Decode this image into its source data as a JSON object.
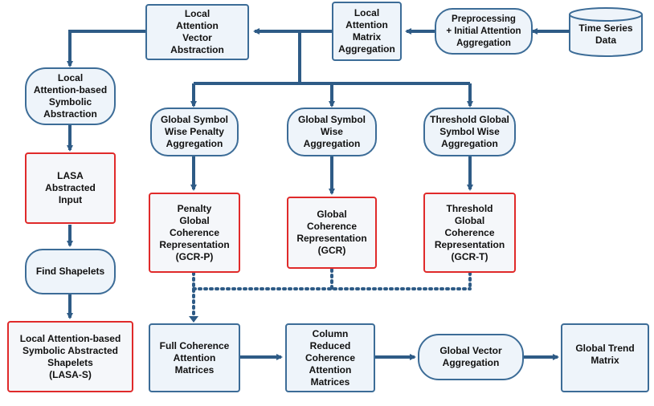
{
  "colors": {
    "line": "#2e5b86",
    "box_border": "#3c6c97",
    "output_border": "#e02a2a",
    "box_fill": "#eef4fa"
  },
  "nodes": {
    "time_series_data": "Time Series\nData",
    "preprocessing": "Preprocessing\n+ Initial Attention\nAggregation",
    "local_attention_matrix": "Local\nAttention\nMatrix\nAggregation",
    "local_attention_vector": "Local\nAttention\nVector\nAbstraction",
    "lasa_abstraction": "Local\nAttention-based\nSymbolic\nAbstraction",
    "lasa_input": "LASA\nAbstracted\nInput",
    "find_shapelets": "Find Shapelets",
    "lasa_s": "Local Attention-based\nSymbolic Abstracted\nShapelets\n(LASA-S)",
    "global_penalty": "Global Symbol\nWise Penalty\nAggregation",
    "global_symbol": "Global Symbol\nWise Aggregation",
    "threshold_global": "Threshold Global\nSymbol Wise\nAggregation",
    "gcr_p": "Penalty\nGlobal\nCoherence\nRepresentation\n(GCR-P)",
    "gcr": "Global\nCoherence\nRepresentation\n(GCR)",
    "gcr_t": "Threshold\nGlobal\nCoherence\nRepresentation\n(GCR-T)",
    "full_coherence": "Full Coherence\nAttention\nMatrices",
    "column_reduced": "Column\nReduced\nCoherence\nAttention\nMatrices",
    "global_vector": "Global Vector\nAggregation",
    "global_trend": "Global Trend\nMatrix"
  }
}
